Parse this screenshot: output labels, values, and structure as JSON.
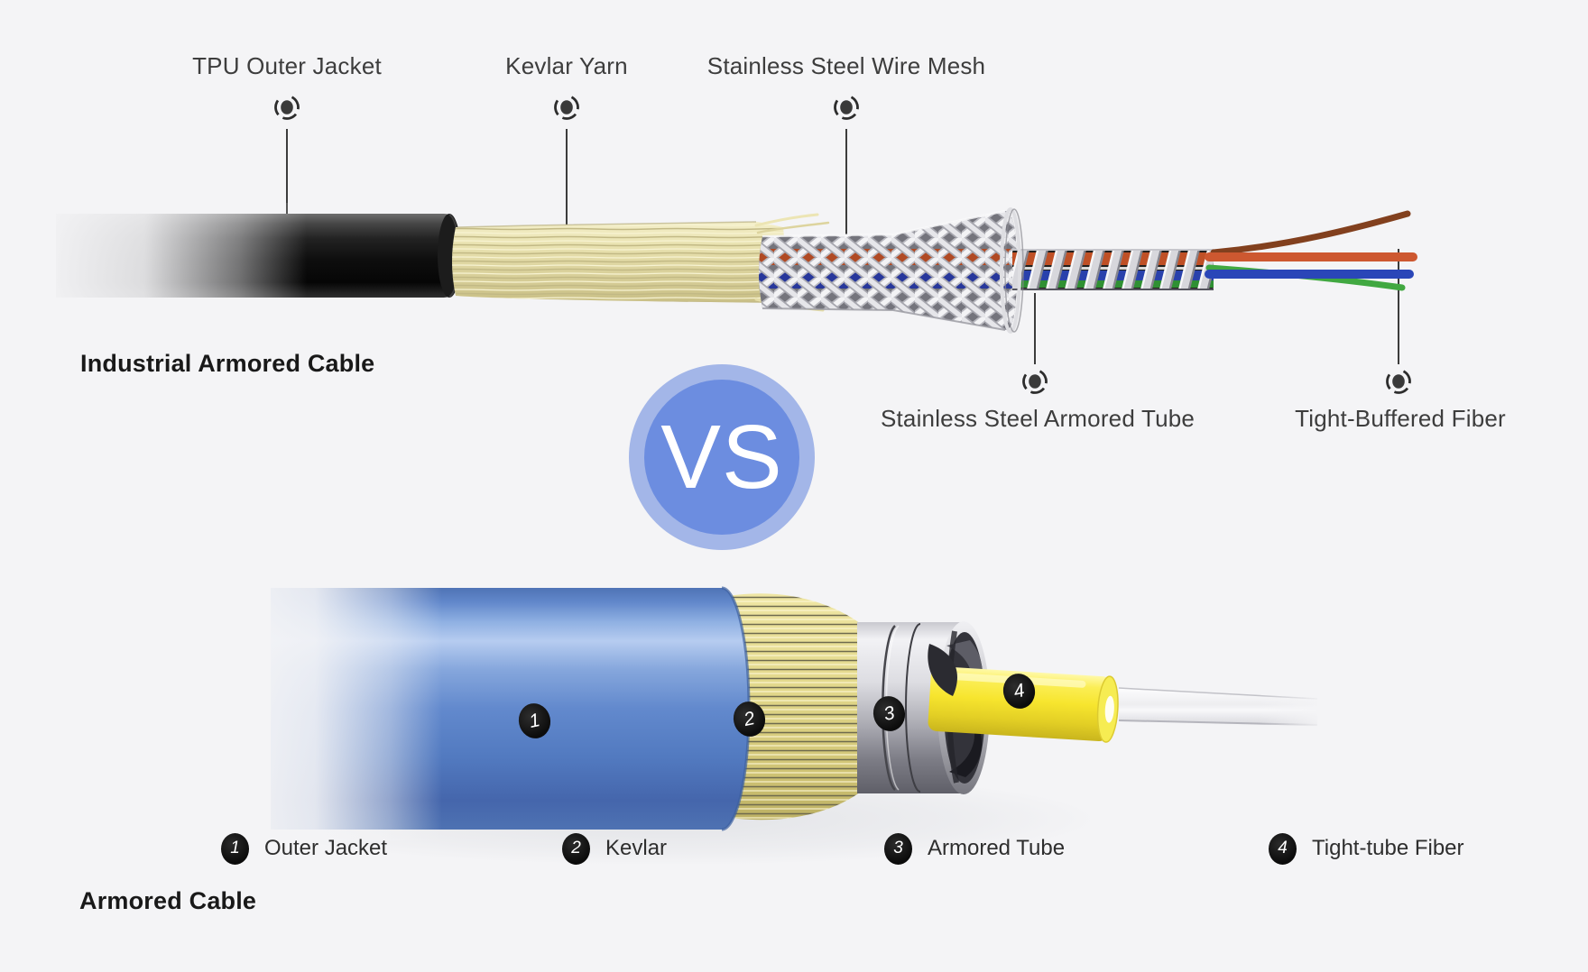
{
  "page": {
    "background_color": "#f4f4f6"
  },
  "vs_badge": {
    "label": "VS",
    "outer_color": "#a3b6e8",
    "inner_color": "#6c8de0"
  },
  "industrial_cable": {
    "title": "Industrial Armored Cable",
    "callouts": [
      {
        "label": "TPU Outer Jacket"
      },
      {
        "label": "Kevlar Yarn"
      },
      {
        "label": "Stainless Steel Wire Mesh"
      },
      {
        "label": "Stainless Steel Armored Tube"
      },
      {
        "label": "Tight-Buffered Fiber"
      }
    ],
    "colors": {
      "jacket": "#111111",
      "kevlar_yarn": "#e6dfad",
      "wire_mesh": "#d8d8dc",
      "armored_tube": "#c9c9cf",
      "wires": [
        "#82401e",
        "#cd5830",
        "#2a46b8",
        "#41a841"
      ]
    }
  },
  "armored_cable": {
    "title": "Armored Cable",
    "part_markers": [
      "1",
      "2",
      "3",
      "4"
    ],
    "legend": [
      {
        "number": "1",
        "label": "Outer Jacket"
      },
      {
        "number": "2",
        "label": "Kevlar"
      },
      {
        "number": "3",
        "label": "Armored Tube"
      },
      {
        "number": "4",
        "label": "Tight-tube Fiber"
      }
    ],
    "colors": {
      "outer_jacket": "#5580c8",
      "kevlar": "#e0d88e",
      "armored_tube": "#b9b9c1",
      "tight_tube_fiber": "#f6e42a"
    }
  },
  "icons": {
    "callout_pointer": "target-dot-with-arcs"
  }
}
